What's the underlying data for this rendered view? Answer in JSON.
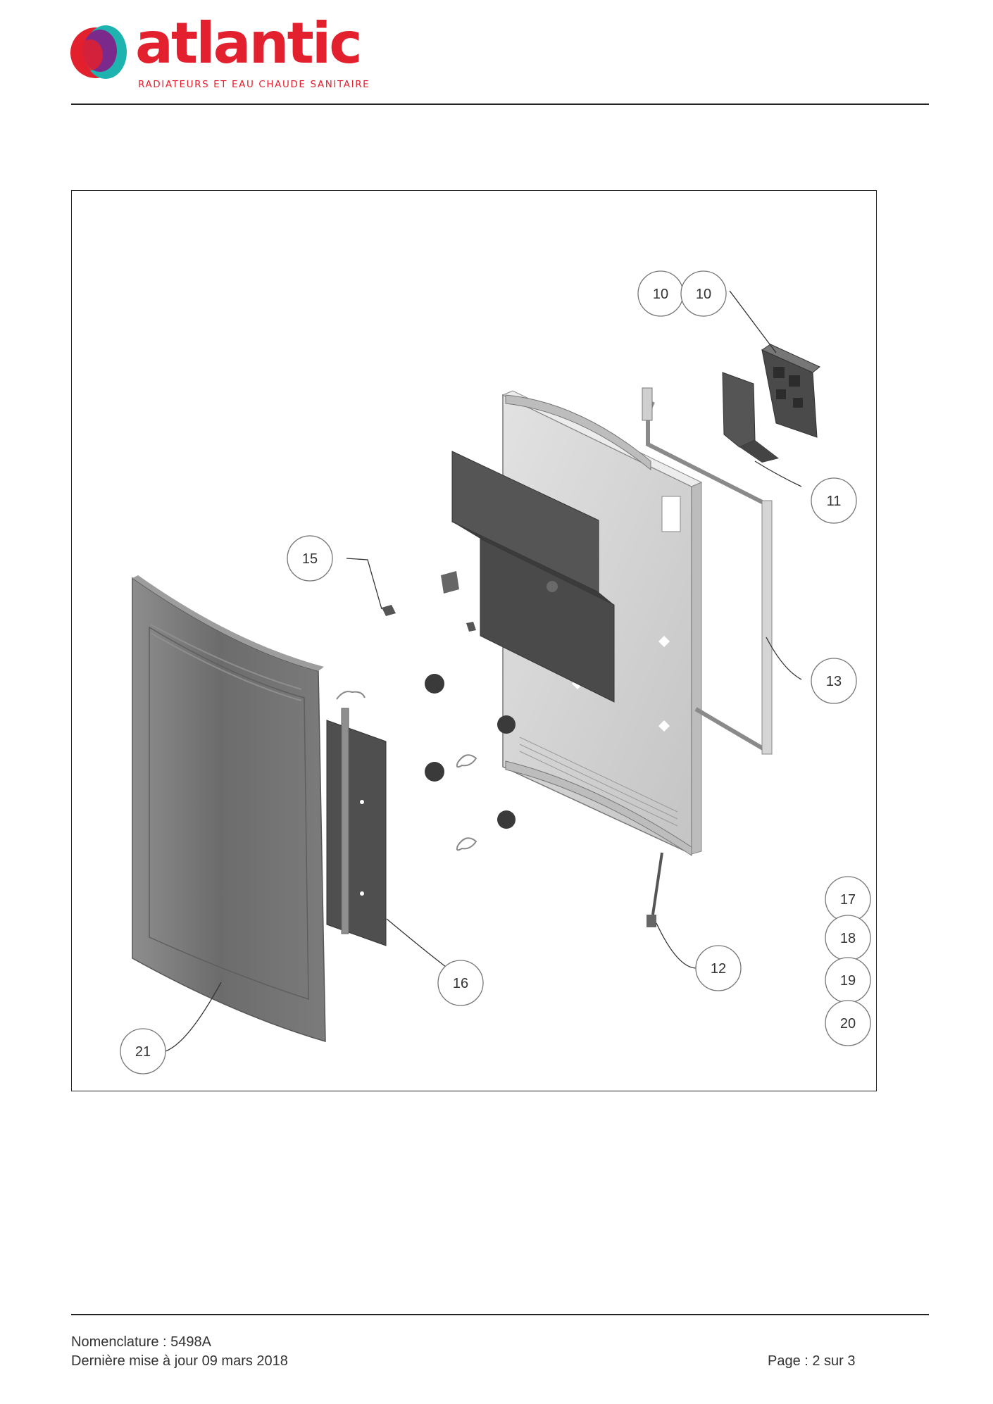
{
  "brand": {
    "name": "atlantic",
    "tagline": "RADIATEURS ET EAU CHAUDE SANITAIRE",
    "colors": {
      "red": "#e3202e",
      "purple": "#7b2a8c",
      "teal": "#1fb3b0"
    }
  },
  "diagram": {
    "callouts": {
      "c10a": "10",
      "c10b": "10",
      "c11": "11",
      "c12": "12",
      "c13": "13",
      "c15": "15",
      "c16": "16",
      "c17": "17",
      "c18": "18",
      "c19": "19",
      "c20": "20",
      "c21": "21"
    }
  },
  "footer": {
    "nomenclature": "Nomenclature : 5498A",
    "updated": "Dernière mise à jour 09 mars 2018",
    "page": "Page : 2 sur 3"
  }
}
